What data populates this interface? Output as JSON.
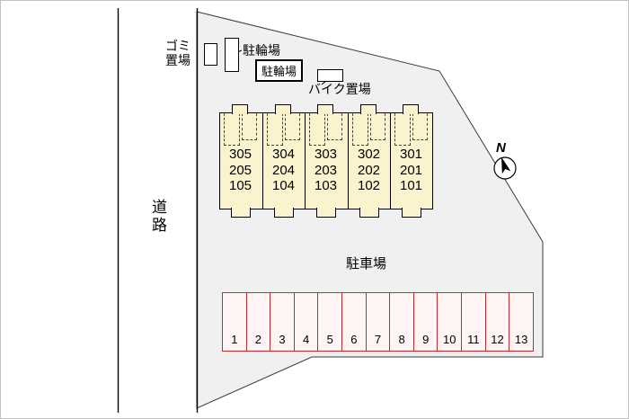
{
  "labels": {
    "road": "道路",
    "garbage_line1": "ゴミ",
    "garbage_line2": "置場",
    "bicycle1": "駐輪場",
    "bicycle2": "駐輪場",
    "bike": "バイク置場",
    "parking": "駐車場",
    "compass": "N"
  },
  "building": {
    "units": [
      {
        "rooms": [
          "305",
          "205",
          "105"
        ]
      },
      {
        "rooms": [
          "304",
          "204",
          "104"
        ]
      },
      {
        "rooms": [
          "303",
          "203",
          "103"
        ]
      },
      {
        "rooms": [
          "302",
          "202",
          "102"
        ]
      },
      {
        "rooms": [
          "301",
          "201",
          "101"
        ]
      }
    ]
  },
  "parking_spaces": [
    "1",
    "2",
    "3",
    "4",
    "5",
    "6",
    "7",
    "8",
    "9",
    "10",
    "11",
    "12",
    "13"
  ],
  "colors": {
    "parcel_fill": "#f0f0f0",
    "building_fill": "#fbf3cd",
    "parking_border": "#cc2a2a",
    "parking_fill": "#fdf4f3",
    "line": "#000000"
  }
}
